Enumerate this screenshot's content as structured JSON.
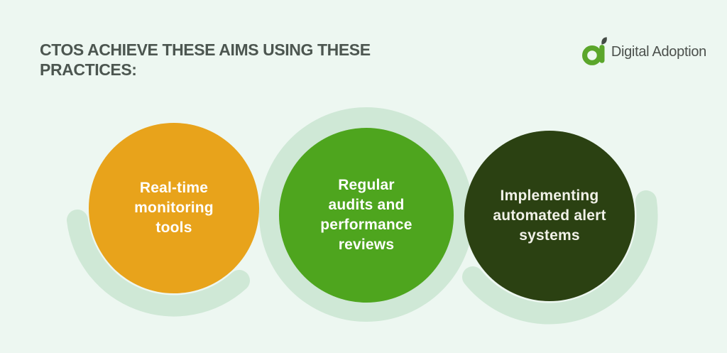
{
  "title": {
    "line1": "CTOS ACHIEVE THESE AIMS USING THESE",
    "line2": "PRACTICES:"
  },
  "logo": {
    "name": "Digital Adoption"
  },
  "practices": [
    {
      "label": "Real-time monitoring tools",
      "lines": [
        "Real-time",
        "monitoring",
        "tools"
      ]
    },
    {
      "label": "Regular audits and performance reviews",
      "lines": [
        "Regular",
        "audits and",
        "performance",
        "reviews"
      ]
    },
    {
      "label": "Implementing automated alert systems",
      "lines": [
        "Implementing",
        "automated alert",
        "systems"
      ]
    }
  ],
  "colors": {
    "background": "#EDF7F1",
    "halo": "#CFE8D6",
    "circle_orange": "#E8A31B",
    "circle_green": "#4EA51E",
    "circle_dark_green": "#2B4112",
    "circle_text_light": "#FFFFFF",
    "circle_text_cream": "#F1F1E8",
    "title_text": "#4C5650",
    "logo_green": "#5BA62B",
    "logo_leaf": "#434B45",
    "logo_text": "#4B504C"
  }
}
